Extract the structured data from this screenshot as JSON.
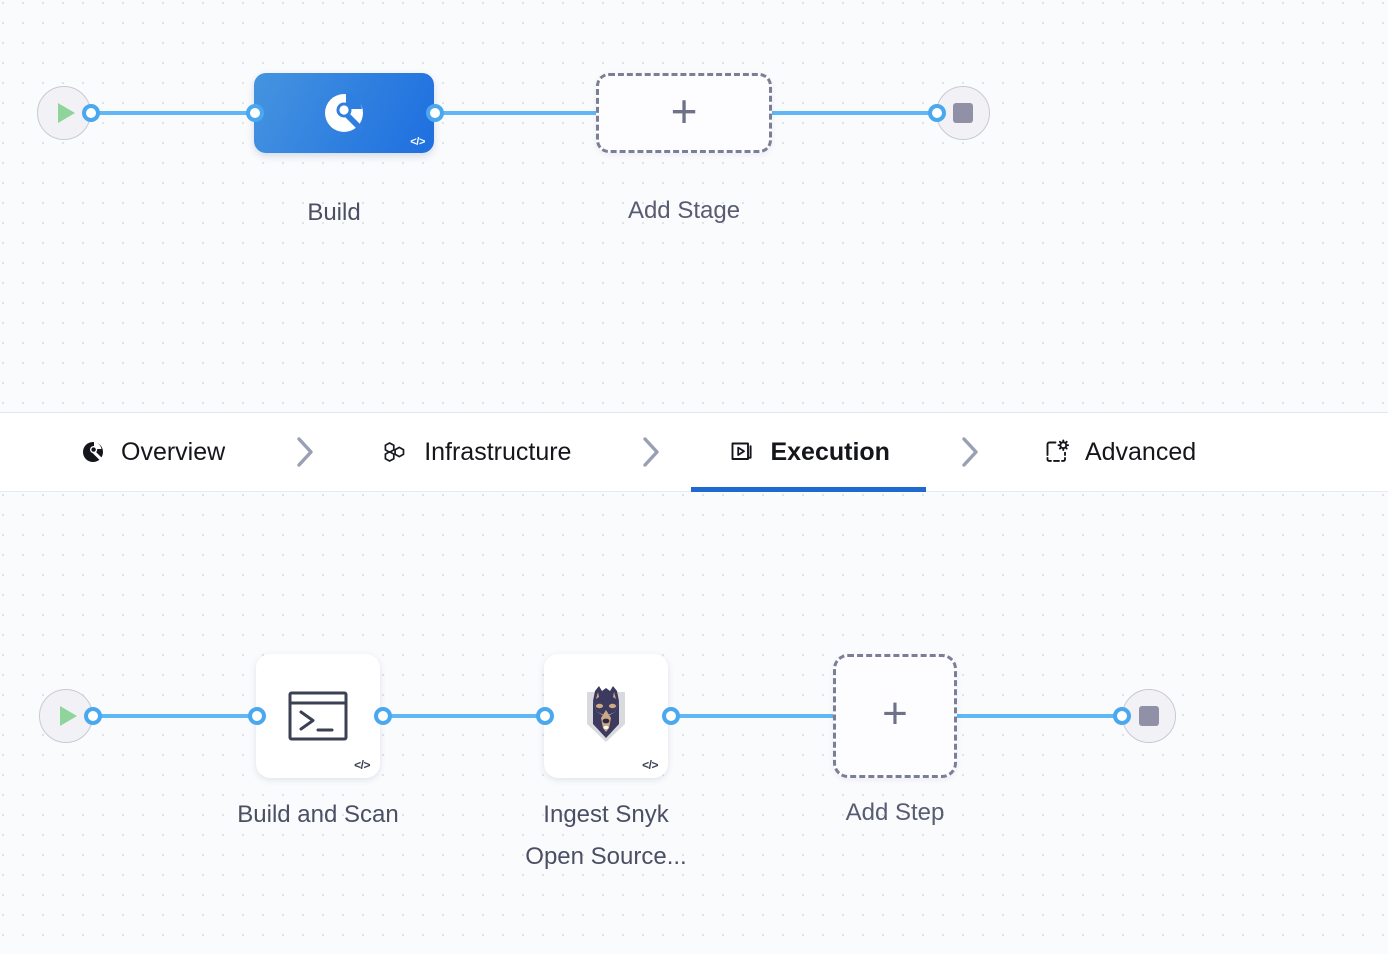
{
  "app": {
    "name": "pipeline-studio-canvas",
    "accent_blue": "#1f6ad1",
    "wire_blue": "#5fb8f5",
    "stage_gradient_from": "#4594e0",
    "stage_gradient_to": "#1e6fe0",
    "canvas_bg": "#fafbfd",
    "grid_dot": "#dfe3ec",
    "caption_color": "#4b4f63",
    "start_play_color": "#8fd49a",
    "stop_square_color": "#9091a6"
  },
  "stage_graph": {
    "name": "stage-pipeline-graph",
    "start_node": {
      "icon": "play-icon",
      "label": ""
    },
    "nodes": [
      {
        "id": "build",
        "label": "Build",
        "icon": "harness-ci-circle-icon",
        "badge": "</>",
        "selected": true,
        "type": "stage"
      },
      {
        "id": "add-stage",
        "label": "Add Stage",
        "icon": "plus-icon",
        "badge": "",
        "selected": false,
        "type": "add"
      }
    ],
    "end_node": {
      "icon": "stop-icon",
      "label": ""
    }
  },
  "tabs": {
    "name": "stage-config-tabs",
    "items": [
      {
        "id": "overview",
        "label": "Overview",
        "icon": "overview-circle-icon",
        "active": false
      },
      {
        "id": "infrastructure",
        "label": "Infrastructure",
        "icon": "hexagon-cluster-icon",
        "active": false
      },
      {
        "id": "execution",
        "label": "Execution",
        "icon": "execution-play-box-icon",
        "active": true
      },
      {
        "id": "advanced",
        "label": "Advanced",
        "icon": "advanced-gear-icon",
        "active": false
      }
    ],
    "separator_icon": "chevron-right-icon"
  },
  "step_graph": {
    "name": "execution-steps-graph",
    "start_node": {
      "icon": "play-icon",
      "label": ""
    },
    "nodes": [
      {
        "id": "build-and-scan",
        "label": "Build and Scan",
        "icon": "terminal-icon",
        "badge": "</>",
        "type": "step"
      },
      {
        "id": "ingest-snyk-open-source",
        "label": "Ingest Snyk\nOpen Source...",
        "icon": "snyk-doberman-icon",
        "badge": "</>",
        "type": "step"
      },
      {
        "id": "add-step",
        "label": "Add Step",
        "icon": "plus-icon",
        "badge": "",
        "type": "add"
      }
    ],
    "end_node": {
      "icon": "stop-icon",
      "label": ""
    }
  }
}
